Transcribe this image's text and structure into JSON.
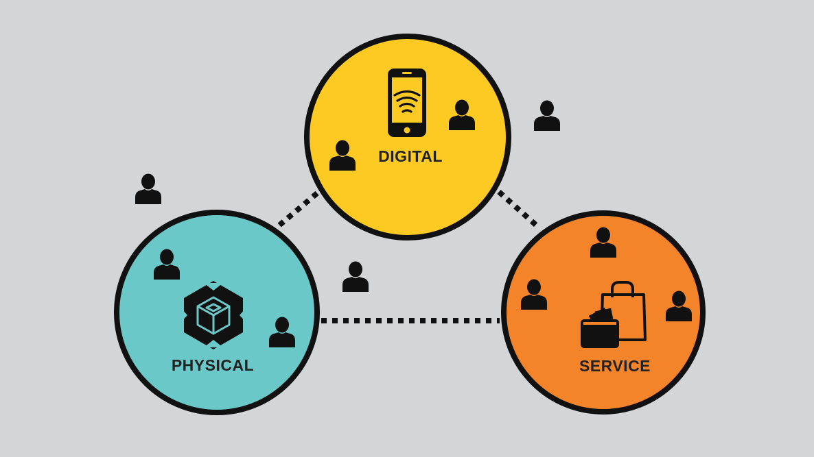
{
  "labels": {
    "digital": "DIGITAL",
    "physical": "PHYSICAL",
    "service": "SERVICE"
  },
  "colors": {
    "background": "#d4d5d7",
    "digital": "#fcca23",
    "physical": "#6bc8c8",
    "service": "#f4842a",
    "stroke": "#111111"
  },
  "icons": {
    "digital": "smartphone-wireless-icon",
    "physical": "cube-network-icon",
    "service": "wallet-shopping-bag-icon",
    "people": "person-icon"
  }
}
